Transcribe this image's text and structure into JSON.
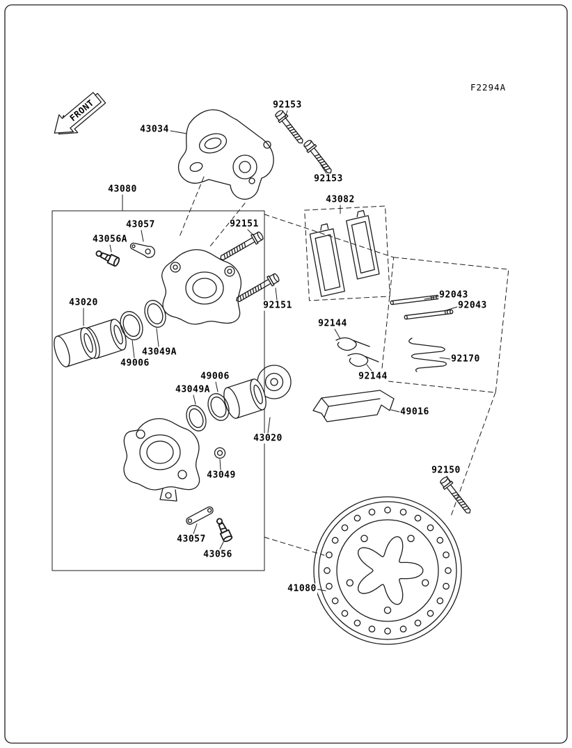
{
  "header": {
    "diagram_code": "F2294A"
  },
  "front_marker": {
    "label": "FRONT"
  },
  "colors": {
    "line": "#1a1a1a",
    "background": "#ffffff"
  },
  "labels": [
    {
      "text": "92153"
    },
    {
      "text": "43034"
    },
    {
      "text": "92153"
    },
    {
      "text": "43080"
    },
    {
      "text": "43082"
    },
    {
      "text": "43057"
    },
    {
      "text": "92151"
    },
    {
      "text": "43056A"
    },
    {
      "text": "43020"
    },
    {
      "text": "92151"
    },
    {
      "text": "92043"
    },
    {
      "text": "92043"
    },
    {
      "text": "92144"
    },
    {
      "text": "43049A"
    },
    {
      "text": "49006"
    },
    {
      "text": "92170"
    },
    {
      "text": "92144"
    },
    {
      "text": "49006"
    },
    {
      "text": "43049A"
    },
    {
      "text": "49016"
    },
    {
      "text": "43020"
    },
    {
      "text": "43049"
    },
    {
      "text": "92150"
    },
    {
      "text": "43057"
    },
    {
      "text": "43056"
    },
    {
      "text": "41080"
    }
  ]
}
